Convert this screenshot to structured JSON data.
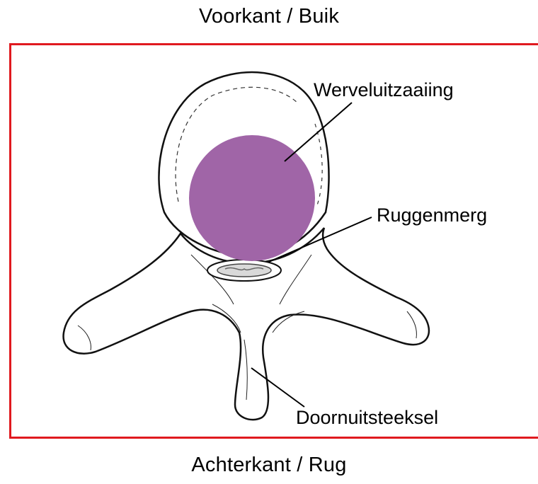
{
  "labels": {
    "top": "Voorkant / Buik",
    "bottom": "Achterkant / Rug"
  },
  "annotations": {
    "herniation": "Werveluitzaaiing",
    "spinal_cord": "Ruggenmerg",
    "spinous_process": "Doornuitsteeksel"
  },
  "colors": {
    "frame": "#e0191f",
    "lesion": "#a065a7",
    "bone_outline": "#111111",
    "bone_fill": "#ffffff"
  }
}
